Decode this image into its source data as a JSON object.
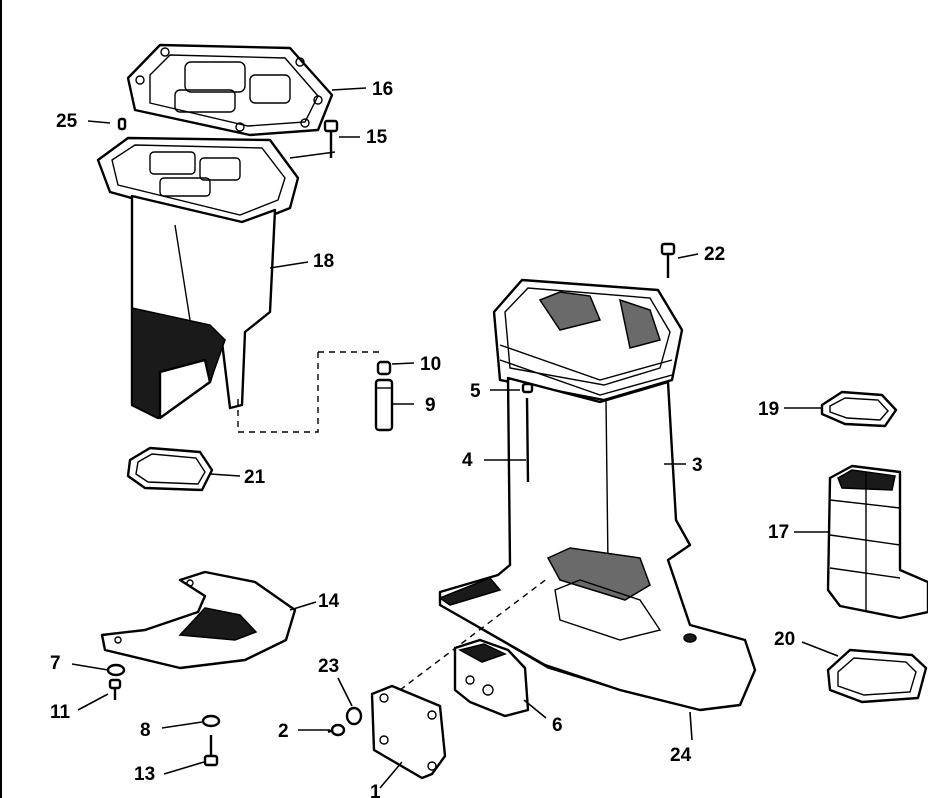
{
  "callouts": {
    "c1": "1",
    "c2": "2",
    "c3": "3",
    "c4": "4",
    "c5": "5",
    "c6": "6",
    "c7": "7",
    "c8": "8",
    "c9": "9",
    "c10": "10",
    "c11": "11",
    "c13": "13",
    "c14": "14",
    "c15": "15",
    "c16": "16",
    "c17": "17",
    "c18": "18",
    "c19": "19",
    "c20": "20",
    "c21": "21",
    "c22": "22",
    "c23": "23",
    "c24": "24",
    "c25": "25"
  }
}
